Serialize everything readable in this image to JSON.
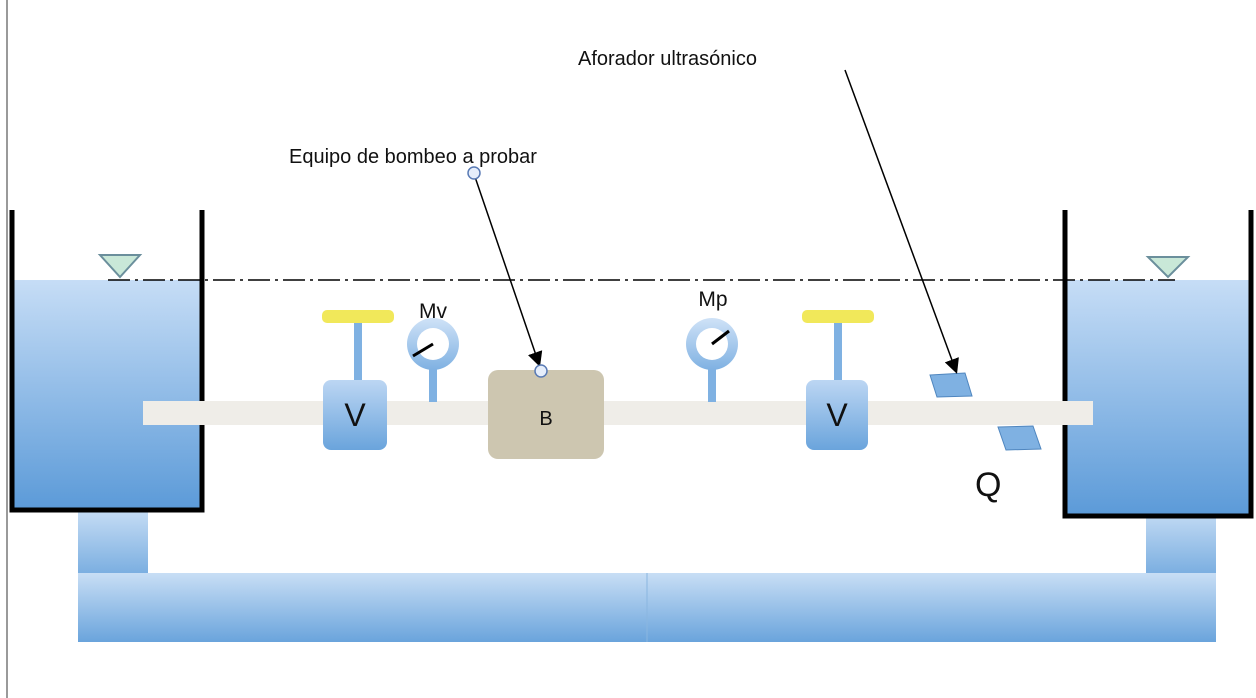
{
  "labels": {
    "ultrasonic_meter": "Aforador ultrasónico",
    "pump_under_test": "Equipo de bombeo a probar",
    "suction_manometer": "Mv",
    "discharge_manometer": "Mp",
    "valve_left": "V",
    "valve_right": "V",
    "pump": "B",
    "flow": "Q"
  },
  "colors": {
    "water_light": "#c3dbf5",
    "water_dark": "#5d9bd9",
    "pipe": "#efede8",
    "pump_box": "#cdc6b0",
    "valve_handle": "#f1e85a",
    "tank_wall": "#000000"
  }
}
